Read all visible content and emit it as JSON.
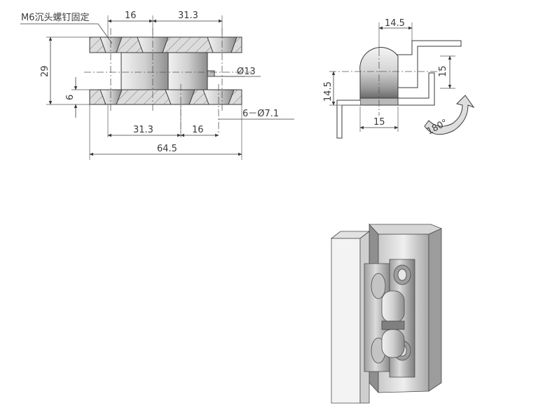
{
  "front_view": {
    "note": "M6沉头螺钉固定",
    "dim_top_left": "16",
    "dim_top_right": "31.3",
    "dim_height": "29",
    "dim_plate": "6",
    "dim_pin": "Ø13",
    "dim_holes": "6－Ø7.1",
    "dim_bottom_left": "31.3",
    "dim_bottom_right": "16",
    "dim_total": "64.5"
  },
  "side_view": {
    "dim_top": "14.5",
    "dim_right": "15",
    "dim_left": "14.5",
    "dim_bottom": "15",
    "rotation": "180°"
  },
  "colors": {
    "line": "#3a3a3a",
    "plate": "#d9d9d9",
    "hatch": "#6e6e6e",
    "metal_light": "#e8e8e8",
    "metal_dark": "#8a8a8a"
  }
}
